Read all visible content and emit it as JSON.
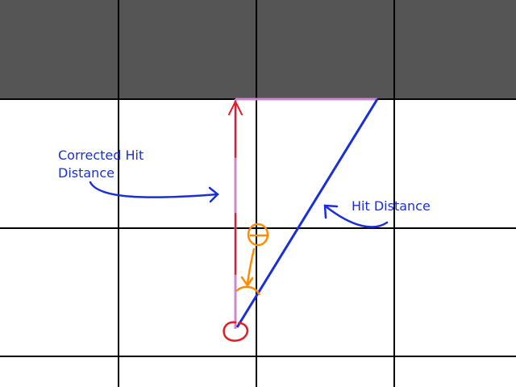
{
  "labels": {
    "corrected_hit_line1": "Corrected Hit",
    "corrected_hit_line2": "Distance",
    "hit_distance": "Hit Distance"
  },
  "colors": {
    "wall_fill": "#555555",
    "floor_fill": "#ffffff",
    "grid_line": "#000000",
    "corrected_ray": "#cc88cc",
    "corrected_arrow": "#e51c23",
    "hit_ray": "#1a2fd9",
    "player_marker": "#e51c23",
    "angle_marker": "#ff8c00",
    "annotation_text": "#1a2fd9"
  },
  "symbols": {
    "angle": "θ"
  }
}
